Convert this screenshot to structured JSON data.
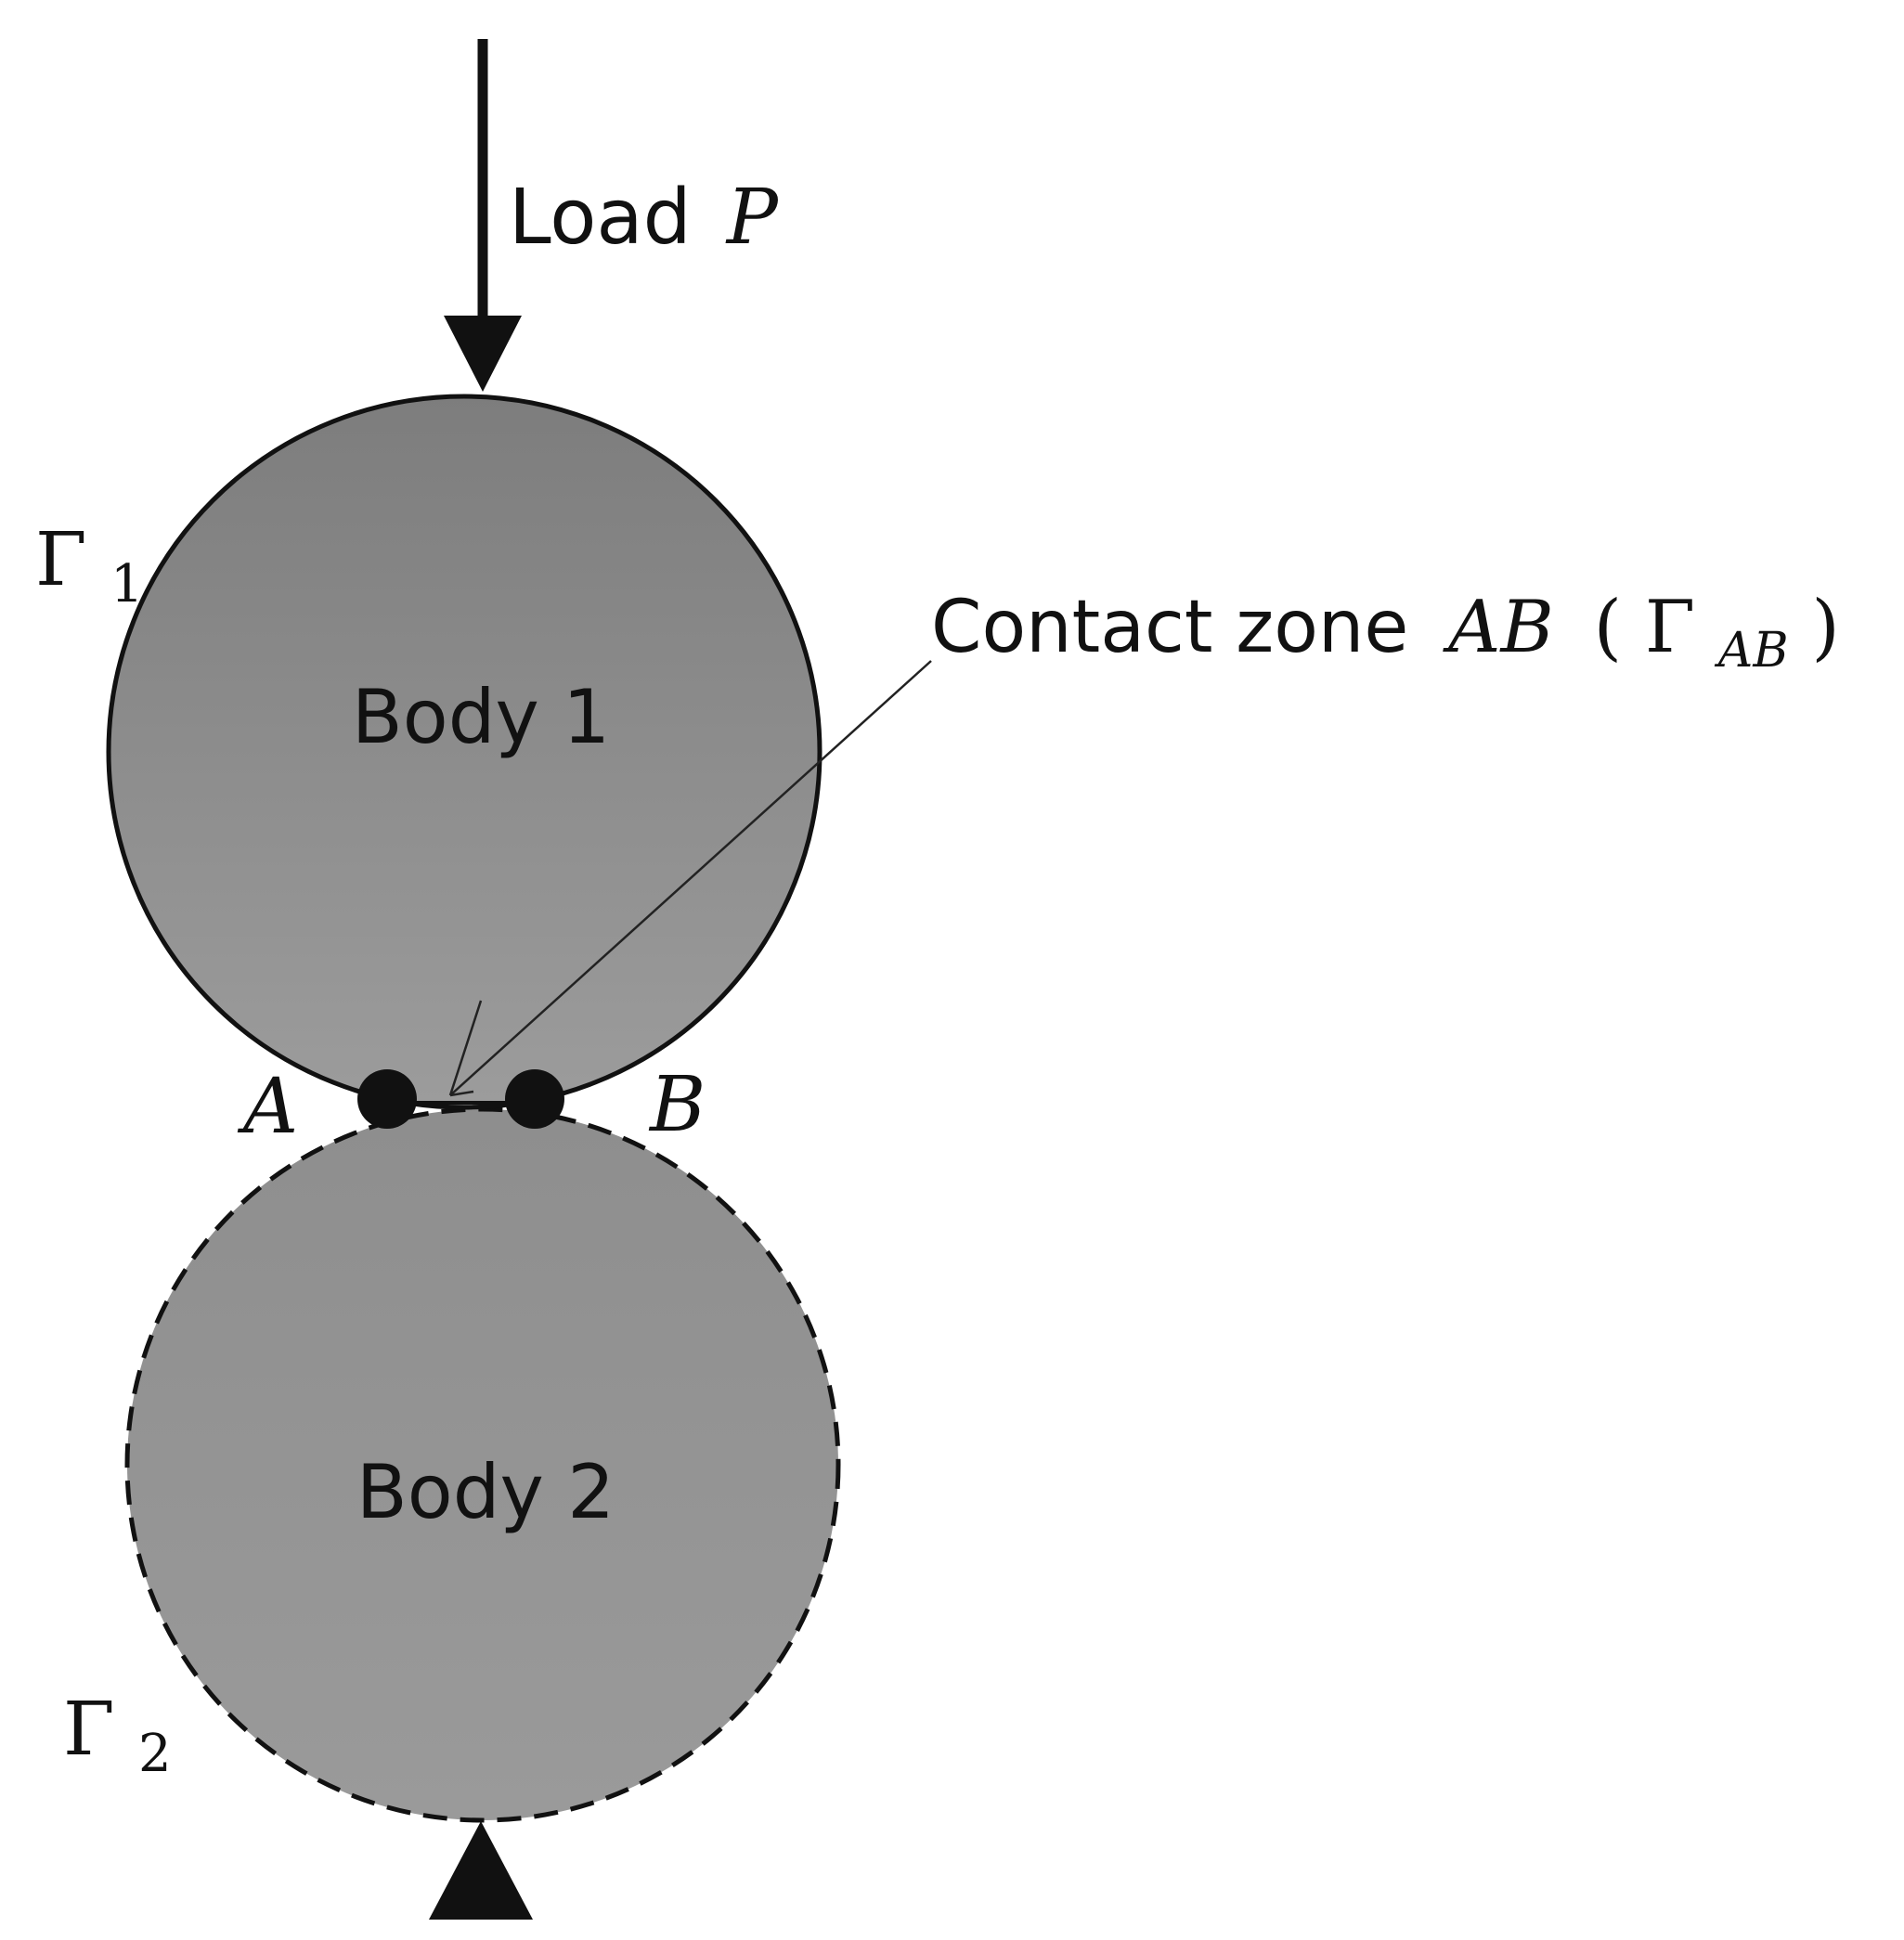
{
  "colors": {
    "background": "#ffffff",
    "body_fill_top": "#7f7f7f",
    "body_fill_bottom": "#9b9b9b",
    "stroke": "#111111"
  },
  "load": {
    "word": "Load",
    "symbol": "P"
  },
  "body1": {
    "label": "Body 1",
    "boundary_symbol": "Γ",
    "boundary_subscript": "1"
  },
  "body2": {
    "label": "Body 2",
    "boundary_symbol": "Γ",
    "boundary_subscript": "2"
  },
  "contact": {
    "text": "Contact zone",
    "symbol": "AB",
    "paren_open": "(",
    "gamma": "Γ",
    "gamma_subscript": "AB",
    "paren_close": ")"
  },
  "points": {
    "a": "A",
    "b": "B"
  }
}
